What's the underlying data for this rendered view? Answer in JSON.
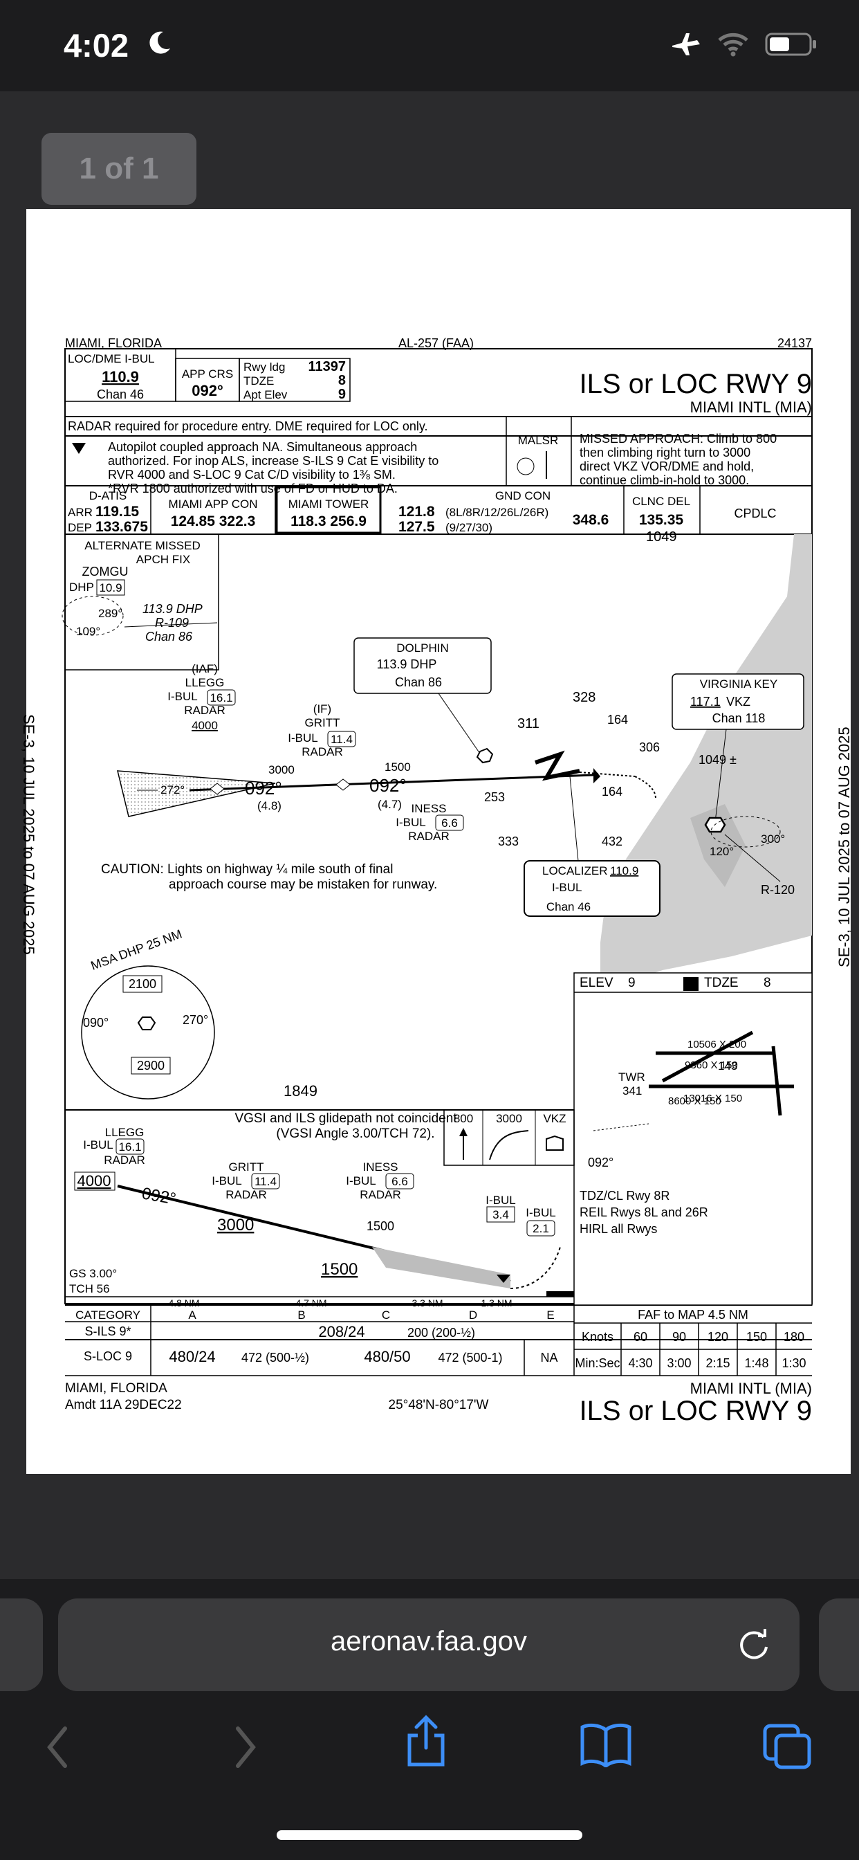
{
  "status_bar": {
    "time": "4:02"
  },
  "viewer": {
    "page_indicator": "1 of 1"
  },
  "chart": {
    "header_city": "MIAMI, FLORIDA",
    "header_id": "AL-257 (FAA)",
    "header_number": "24137",
    "title": "ILS or LOC RWY 9",
    "airport": "MIAMI INTL (MIA)",
    "loc_label": "LOC/DME  I-BUL",
    "loc_freq": "110.9",
    "loc_chan": "Chan 46",
    "app_crs_label": "APP CRS",
    "app_crs": "092°",
    "rwy_ldg_label": "Rwy ldg",
    "rwy_ldg": "11397",
    "tdze_label": "TDZE",
    "tdze": "8",
    "apt_elev_label": "Apt Elev",
    "apt_elev": "9",
    "radar_note": "RADAR required for procedure entry.  DME required for LOC only.",
    "notes": [
      "Autopilot coupled approach NA.  Simultaneous approach",
      "authorized.  For inop ALS, increase S-ILS 9 Cat E visibility to",
      "RVR 4000 and S-LOC 9 Cat C/D visibility to 1⅜ SM.",
      "*RVR 1800 authorized with use of FD or HUD to DA."
    ],
    "malsr": "MALSR",
    "missed": [
      "MISSED APPROACH: Climb to 800",
      "then climbing right turn to 3000",
      "direct VKZ VOR/DME and hold,",
      "continue climb-in-hold to 3000."
    ],
    "comms": {
      "datis_label": "D-ATIS",
      "arr_label": "ARR",
      "arr": "119.15",
      "dep_label": "DEP",
      "dep": "133.675",
      "app_label": "MIAMI APP CON",
      "app": "124.85  322.3",
      "twr_label": "MIAMI TOWER",
      "twr": "118.3  256.9",
      "gnd_label": "GND CON",
      "gnd1": "121.8",
      "gnd1_note": "(8L/8R/12/26L/26R)",
      "gnd2": "127.5",
      "gnd2_note": "(9/27/30)",
      "gnd3": "348.6",
      "clnc_label": "CLNC DEL",
      "clnc": "135.35",
      "cpdlc": "CPDLC"
    },
    "plan": {
      "alt_missed": "ALTERNATE MISSED",
      "alt_missed2": "APCH FIX",
      "zomgu": "ZOMGU",
      "dhp": "DHP",
      "dhp_dist": "10.9",
      "alt_freq": "113.9  DHP",
      "alt_radial": "R-109",
      "alt_chan": "Chan 86",
      "alt_289": "289°",
      "alt_109": "109°",
      "dolphin": "DOLPHIN",
      "dolphin_freq": "113.9  DHP",
      "dolphin_chan": "Chan 86",
      "iaf": "(IAF)",
      "llegg": "LLEGG",
      "ibul": "I-BUL",
      "llegg_dist": "16.1",
      "radar": "RADAR",
      "llegg_alt": "4000",
      "if": "(IF)",
      "gritt": "GRITT",
      "gritt_dist": "11.4",
      "alt3000": "3000",
      "crs092": "092°",
      "dist48": "(4.8)",
      "alt1500": "1500",
      "dist47": "(4.7)",
      "crs272": "272°",
      "iness": "INESS",
      "iness_dist": "6.6",
      "obs_1049": "1049",
      "obs_328": "328",
      "obs_311": "311",
      "obs_164a": "164",
      "obs_306": "306",
      "obs_1049b": "1049 ±",
      "obs_253": "253",
      "obs_164b": "164",
      "obs_333": "333",
      "obs_432": "432",
      "virginia": "VIRGINIA KEY",
      "vkz_freq": "117.1",
      "vkz": "VKZ",
      "vkz_chan": "Chan 118",
      "hold_120": "120°",
      "hold_300": "300°",
      "r120": "R-120",
      "caution1": "CAUTION: Lights on highway ¼ mile south of final",
      "caution2": "approach course may be mistaken for runway.",
      "localizer": "LOCALIZER",
      "loc_freq2": "110.9",
      "loc_ident": "I-BUL",
      "loc_chan2": "Chan 46",
      "msa": "MSA  DHP  25  NM",
      "msa_2100": "2100",
      "msa_2900": "2900",
      "msa_090": "090°",
      "msa_270": "270°",
      "obs_1849": "1849"
    },
    "airport_diagram": {
      "elev_label": "ELEV",
      "elev": "9",
      "tdze_label": "TDZE",
      "tdze": "8",
      "rwy1": "8600 X 150",
      "rwy2": "10506 X 200",
      "rwy3": "9360 X 150",
      "rwy4": "13016 X 150",
      "twr": "TWR",
      "twr_341": "341",
      "obs_143": "143",
      "hdg_092": "092°",
      "lights": [
        "TDZ/CL Rwy 8R",
        "REIL Rwys 8L and 26R",
        "HIRL all Rwys"
      ]
    },
    "profile": {
      "vgsi1": "VGSI and ILS glidepath not coincident",
      "vgsi2": "(VGSI Angle 3.00/TCH 72).",
      "ma_800": "800",
      "ma_3000": "3000",
      "ma_vkz": "VKZ",
      "llegg": "LLEGG",
      "ibul": "I-BUL",
      "llegg_dist": "16.1",
      "radar": "RADAR",
      "alt4000": "4000",
      "crs092": "092°",
      "gritt": "GRITT",
      "gritt_dist": "11.4",
      "alt3000": "3000",
      "iness": "INESS",
      "iness_dist": "6.6",
      "alt1500": "1500",
      "alt1500b": "1500",
      "ibul34": "3.4",
      "ibul21": "2.1",
      "gs": "GS 3.00°",
      "tch": "TCH 56",
      "d48": "4.8 NM",
      "d47": "4.7 NM",
      "d33": "3.3 NM",
      "d13": "1.3 NM"
    },
    "minima": {
      "category_label": "CATEGORY",
      "cats": [
        "A",
        "B",
        "C",
        "D",
        "E"
      ],
      "ils_label": "S-ILS 9*",
      "ils_abcd": "208/24",
      "ils_hat": "200 (200-½)",
      "loc_label": "S-LOC 9",
      "loc_ab": "480/24",
      "loc_ab_hat": "472 (500-½)",
      "loc_cd": "480/50",
      "loc_cd_hat": "472 (500-1)",
      "loc_e": "NA"
    },
    "timing": {
      "title": "FAF to MAP 4.5 NM",
      "knots_label": "Knots",
      "knots": [
        "60",
        "90",
        "120",
        "150",
        "180"
      ],
      "minsec_label": "Min:Sec",
      "times": [
        "4:30",
        "3:00",
        "2:15",
        "1:48",
        "1:30"
      ]
    },
    "footer_city": "MIAMI, FLORIDA",
    "footer_amdt": "Amdt 11A  29DEC22",
    "footer_coords": "25°48'N-80°17'W",
    "footer_airport": "MIAMI INTL (MIA)",
    "footer_title": "ILS or LOC RWY 9",
    "side_validity": "SE-3, 10 JUL 2025  to  07 AUG 2025"
  },
  "browser": {
    "url": "aeronav.faa.gov"
  },
  "icons": [
    "moon-icon",
    "airplane-icon",
    "wifi-icon",
    "battery-icon",
    "reload-icon",
    "back-icon",
    "forward-icon",
    "share-icon",
    "bookmarks-icon",
    "tabs-icon"
  ]
}
